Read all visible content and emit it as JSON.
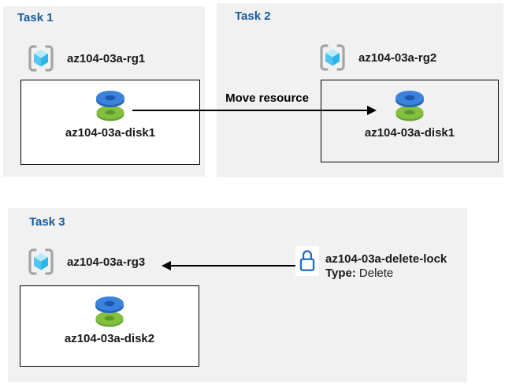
{
  "tasks": [
    {
      "title": "Task 1",
      "resource_group": "az104-03a-rg1",
      "disk": "az104-03a-disk1"
    },
    {
      "title": "Task 2",
      "resource_group": "az104-03a-rg2",
      "disk": "az104-03a-disk1"
    },
    {
      "title": "Task 3",
      "resource_group": "az104-03a-rg3",
      "disk": "az104-03a-disk2"
    }
  ],
  "move_arrow": {
    "label": "Move resource",
    "direction": "right"
  },
  "delete_lock": {
    "name": "az104-03a-delete-lock",
    "type_label": "Type:",
    "type_value": "Delete",
    "arrow_direction": "left"
  },
  "colors": {
    "panel_bg": "#f1f1f2",
    "task_title_blue": "#175a9e",
    "box_border": "#000000",
    "arrow": "#000000",
    "lock_blue": "#1f6fc4",
    "disk_blue_top": "#3b82dc",
    "disk_blue_side": "#2465b8",
    "disk_green_top": "#84bf3e",
    "disk_green_side": "#63a52f",
    "cube_top": "#b7ebfb",
    "cube_left": "#54c5f0",
    "cube_right": "#2cb5e9",
    "bracket_gray": "#a3a4a6"
  }
}
